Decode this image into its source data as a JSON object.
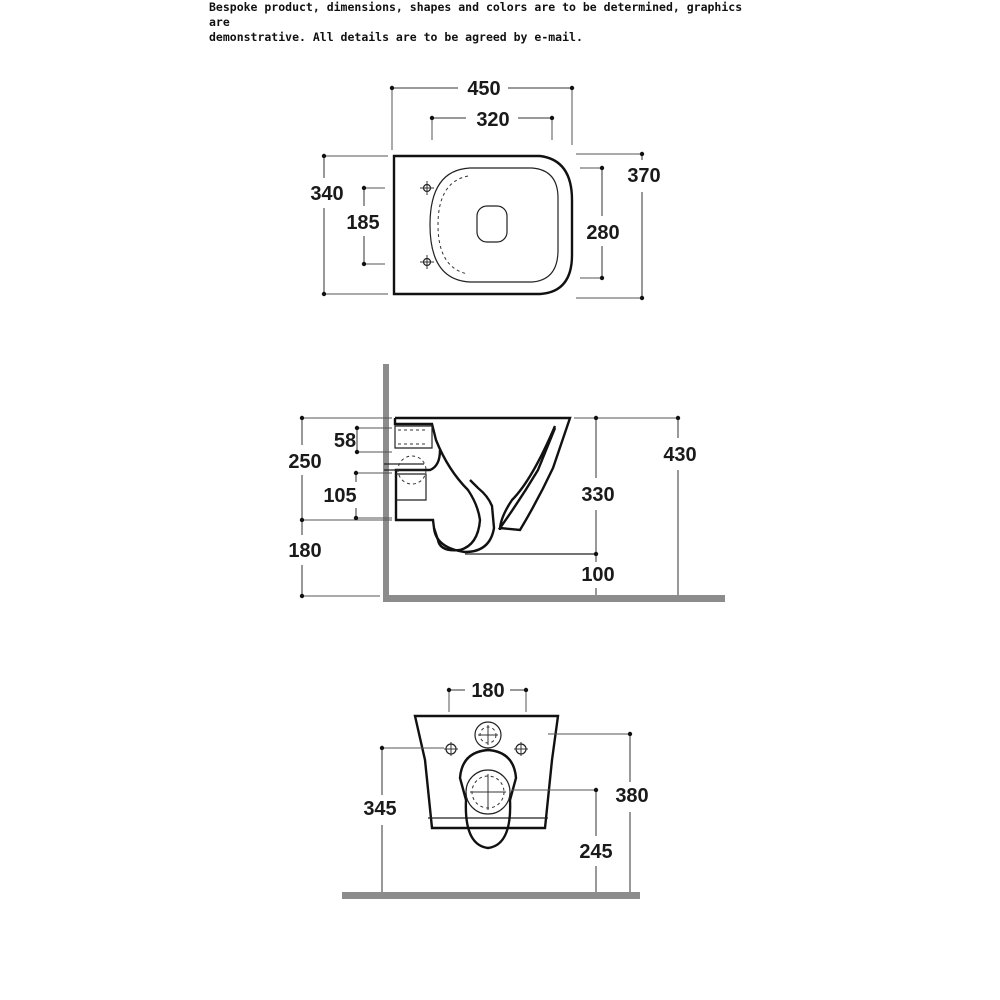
{
  "disclaimer": {
    "line1": "Bespoke product, dimensions, shapes and colors are to be determined, graphics are",
    "line2": "demonstrative. All details are to be agreed by e-mail."
  },
  "top_view": {
    "width_overall": "450",
    "width_fixing": "320",
    "depth_left": "340",
    "depth_fixing": "185",
    "depth_right": "370",
    "depth_inner": "280"
  },
  "side_view": {
    "height_250": "250",
    "height_58": "58",
    "height_105": "105",
    "height_180": "180",
    "height_330": "330",
    "height_430": "430",
    "height_100": "100"
  },
  "rear_view": {
    "width_180": "180",
    "height_345": "345",
    "height_380": "380",
    "height_245": "245"
  },
  "colors": {
    "line": "#111111",
    "floor": "#8c8c8c",
    "text": "#1a1a1a"
  }
}
